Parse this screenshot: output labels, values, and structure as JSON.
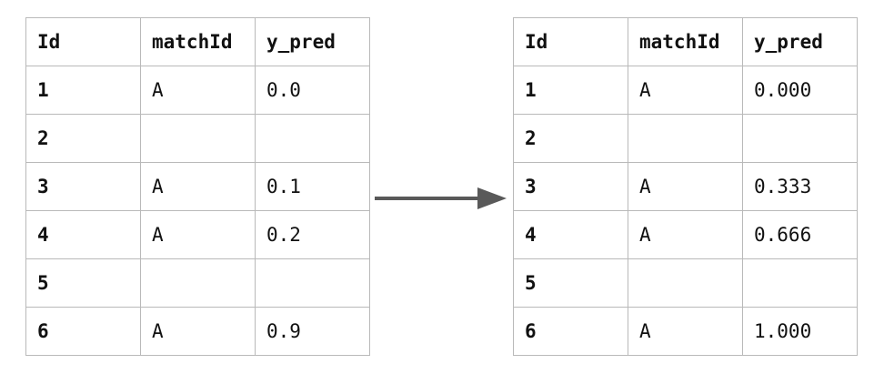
{
  "columns": [
    "Id",
    "matchId",
    "y_pred"
  ],
  "left_table": {
    "rows": [
      {
        "id": "1",
        "matchId": "A",
        "y_pred": "0.0"
      },
      {
        "id": "2",
        "matchId": "",
        "y_pred": ""
      },
      {
        "id": "3",
        "matchId": "A",
        "y_pred": "0.1"
      },
      {
        "id": "4",
        "matchId": "A",
        "y_pred": "0.2"
      },
      {
        "id": "5",
        "matchId": "",
        "y_pred": ""
      },
      {
        "id": "6",
        "matchId": "A",
        "y_pred": "0.9"
      }
    ]
  },
  "right_table": {
    "rows": [
      {
        "id": "1",
        "matchId": "A",
        "y_pred": "0.000"
      },
      {
        "id": "2",
        "matchId": "",
        "y_pred": ""
      },
      {
        "id": "3",
        "matchId": "A",
        "y_pred": "0.333"
      },
      {
        "id": "4",
        "matchId": "A",
        "y_pred": "0.666"
      },
      {
        "id": "5",
        "matchId": "",
        "y_pred": ""
      },
      {
        "id": "6",
        "matchId": "A",
        "y_pred": "1.000"
      }
    ]
  },
  "colors": {
    "border": "#b9b9b9",
    "arrow": "#595959",
    "text": "#111111"
  },
  "icons": {
    "arrow": "right-arrow-icon"
  }
}
